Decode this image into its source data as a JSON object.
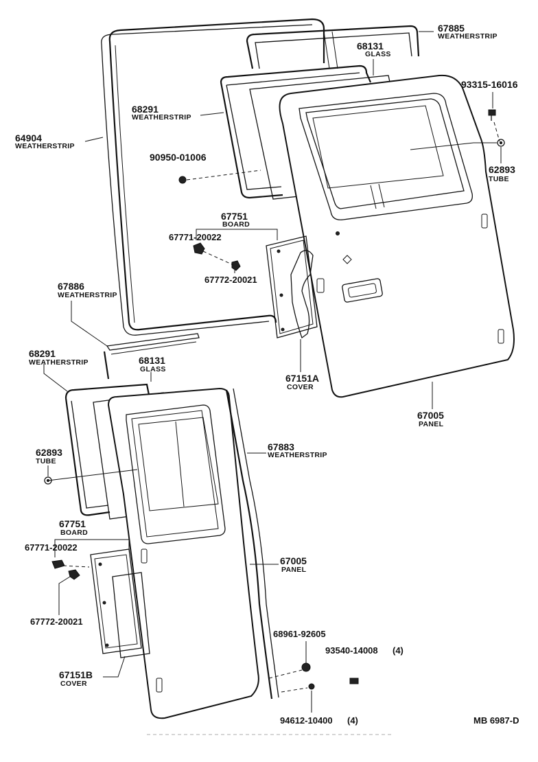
{
  "drawing_ref": "MB 6987-D",
  "callouts": [
    {
      "id": "c67885",
      "part": "67885",
      "name": "WEATHERSTRIP"
    },
    {
      "id": "c68131a",
      "part": "68131",
      "name": "GLASS"
    },
    {
      "id": "c93315",
      "part": "93315-16016",
      "name": ""
    },
    {
      "id": "c68291a",
      "part": "68291",
      "name": "WEATHERSTRIP"
    },
    {
      "id": "c64904",
      "part": "64904",
      "name": "WEATHERSTRIP"
    },
    {
      "id": "c90950",
      "part": "90950-01006",
      "name": ""
    },
    {
      "id": "c62893a",
      "part": "62893",
      "name": "TUBE"
    },
    {
      "id": "c67751a",
      "part": "67751",
      "name": "BOARD"
    },
    {
      "id": "c67771a",
      "part": "67771-20022",
      "name": ""
    },
    {
      "id": "c67772a",
      "part": "67772-20021",
      "name": ""
    },
    {
      "id": "c67886",
      "part": "67886",
      "name": "WEATHERSTRIP"
    },
    {
      "id": "c67151a",
      "part": "67151A",
      "name": "COVER"
    },
    {
      "id": "c67005a",
      "part": "67005",
      "name": "PANEL"
    },
    {
      "id": "c68291b",
      "part": "68291",
      "name": "WEATHERSTRIP"
    },
    {
      "id": "c68131b",
      "part": "68131",
      "name": "GLASS"
    },
    {
      "id": "c67883",
      "part": "67883",
      "name": "WEATHERSTRIP"
    },
    {
      "id": "c62893b",
      "part": "62893",
      "name": "TUBE"
    },
    {
      "id": "c67751b",
      "part": "67751",
      "name": "BOARD"
    },
    {
      "id": "c67771b",
      "part": "67771-20022",
      "name": ""
    },
    {
      "id": "c67005b",
      "part": "67005",
      "name": "PANEL"
    },
    {
      "id": "c67772b",
      "part": "67772-20021",
      "name": ""
    },
    {
      "id": "c68961",
      "part": "68961-92605",
      "name": ""
    },
    {
      "id": "c93540",
      "part": "93540-14008",
      "name": "(4)"
    },
    {
      "id": "c67151b",
      "part": "67151B",
      "name": "COVER"
    },
    {
      "id": "c94612",
      "part": "94612-10400",
      "name": "(4)"
    }
  ]
}
